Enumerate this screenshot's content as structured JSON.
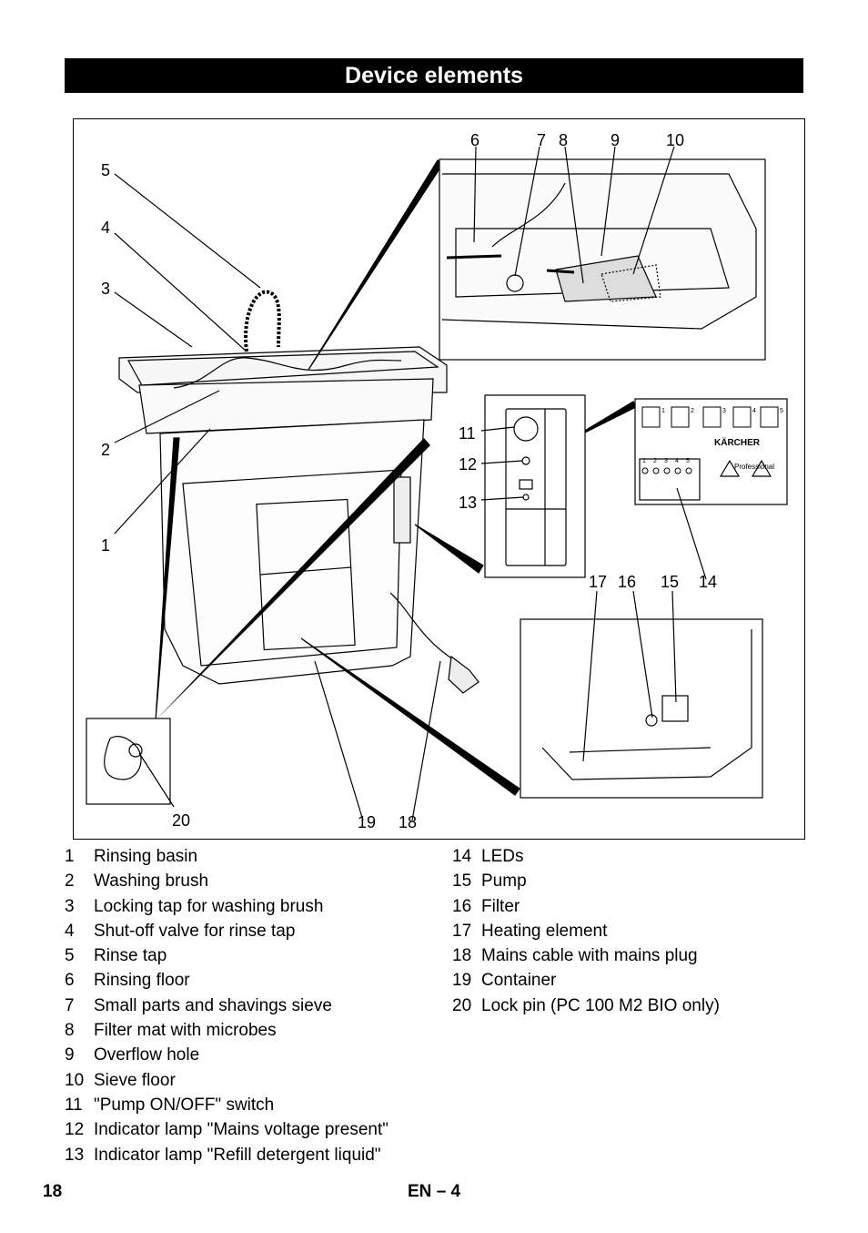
{
  "header": {
    "title": "Device elements"
  },
  "figure": {
    "callouts": [
      "1",
      "2",
      "3",
      "4",
      "5",
      "6",
      "7",
      "8",
      "9",
      "10",
      "11",
      "12",
      "13",
      "14",
      "15",
      "16",
      "17",
      "18",
      "19",
      "20"
    ],
    "brand": "KÄRCHER",
    "badge": "Professional",
    "led_numbers": [
      "1",
      "2",
      "3",
      "4",
      "5"
    ],
    "symbol_numbers": [
      "1",
      "2",
      "3",
      "4",
      "5"
    ]
  },
  "legend": {
    "left": [
      {
        "num": "1",
        "label": "Rinsing basin"
      },
      {
        "num": "2",
        "label": "Washing brush"
      },
      {
        "num": "3",
        "label": "Locking tap for washing brush"
      },
      {
        "num": "4",
        "label": "Shut-off valve for rinse tap"
      },
      {
        "num": "5",
        "label": "Rinse tap"
      },
      {
        "num": "6",
        "label": "Rinsing floor"
      },
      {
        "num": "7",
        "label": "Small parts and shavings sieve"
      },
      {
        "num": "8",
        "label": "Filter mat with microbes"
      },
      {
        "num": "9",
        "label": "Overflow hole"
      },
      {
        "num": "10",
        "label": "Sieve floor"
      },
      {
        "num": "11",
        "label": "\"Pump ON/OFF\" switch"
      },
      {
        "num": "12",
        "label": "Indicator lamp \"Mains voltage present\""
      },
      {
        "num": "13",
        "label": "Indicator lamp \"Refill detergent liquid\""
      }
    ],
    "right": [
      {
        "num": "14",
        "label": "LEDs"
      },
      {
        "num": "15",
        "label": "Pump"
      },
      {
        "num": "16",
        "label": "Filter"
      },
      {
        "num": "17",
        "label": "Heating element"
      },
      {
        "num": "18",
        "label": "Mains cable with mains plug"
      },
      {
        "num": "19",
        "label": "Container"
      },
      {
        "num": "20",
        "label": "Lock pin (PC 100 M2 BIO only)"
      }
    ]
  },
  "footer": {
    "page_number": "18",
    "language": "EN",
    "page_suffix": "– 4"
  }
}
